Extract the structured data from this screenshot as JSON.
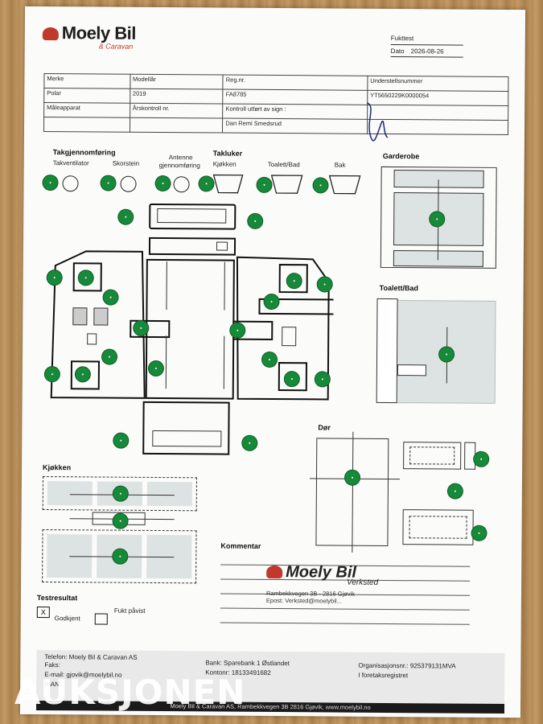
{
  "header": {
    "logo_text": "Moely Bil",
    "logo_sub": "& Caravan",
    "title": "Fukttest",
    "date_label": "Dato",
    "date_value": "2026-08-26"
  },
  "info_table": {
    "rows": [
      [
        "Merke",
        "Modellår",
        "Reg.nr.",
        "Understellsnummer"
      ],
      [
        "Polar",
        "2019",
        "FA8785",
        "YT5650229K0000054"
      ],
      [
        "Måleapparat",
        "Årskontroll nr.",
        "Kontroll utført av sign :",
        ""
      ],
      [
        "",
        "",
        "Dan Remi Smedsrud",
        ""
      ]
    ]
  },
  "sections": {
    "takgjennomforing": "Takgjennomføring",
    "takventilator": "Takventilator",
    "skorstein": "Skorstein",
    "antenne": "Antenne",
    "gjennomforing": "gjennomføring",
    "takluker": "Takluker",
    "kjokken_luke": "Kjøkken",
    "toalett_bad_luke": "Toalett/Bad",
    "bak": "Bak",
    "garderobe": "Garderobe",
    "toalett_bad": "Toalett/Bad",
    "dor": "Dør",
    "kjokken": "Kjøkken",
    "kommentar": "Kommentar",
    "testresultat": "Testresultat",
    "godkjent": "Godkjent",
    "godkjent_mark": "X",
    "fukt_pavist": "Fukt påvist"
  },
  "stamp": {
    "name": "Moely Bil",
    "sub": "Verksted",
    "address": "Rambekkvegen 3B - 2816 Gjøvik",
    "email": "Epost: Verksted@moelybil..."
  },
  "footer": {
    "company_line": "Telefon: Moely Bil & Caravan AS",
    "fax_line": "Faks:",
    "email_line": "E-mail: gjovik@moelybil.no",
    "iban_line": "IBAN:",
    "bank_line": "Bank: Sparebank 1 Østlandet",
    "account_line": "Kontonr: 18133491682",
    "org_line": "Organisasjonsnr.: 925379131MVA",
    "register_line": "I foretaksregistret",
    "bottom_bar": "Moely Bil & Caravan AS, Rambekkvegen 3B 2816 Gjøvik, www.moelybil.no"
  },
  "watermark": "AUKSJONEN",
  "colors": {
    "dot_green": "#178a3a",
    "brand_red": "#c0392b",
    "panel_grey": "#dde3e2"
  }
}
